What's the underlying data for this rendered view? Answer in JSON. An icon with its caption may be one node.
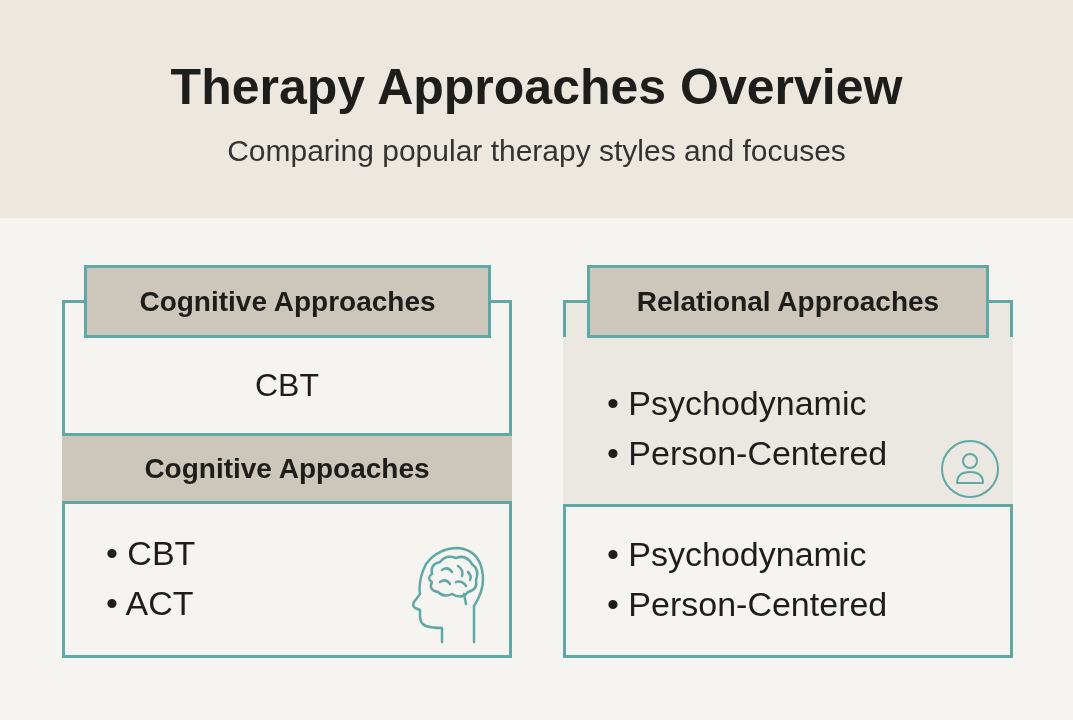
{
  "diagram": {
    "title": "Therapy Approaches Overview",
    "nodes": [
      {
        "text": [
          "Cognitive Approaches"
        ]
      },
      {
        "text": [
          "CBT"
        ],
        "in": 0
      },
      {
        "text": [
          "Cognitive Appoaches"
        ],
        "in": 0
      },
      {
        "text": [
          "• CBT",
          "• ACT"
        ],
        "in": 0
      },
      {
        "text": [
          "Relational Approaches"
        ]
      },
      {
        "text": [
          "• Psychodynamic",
          "• Person-Centered"
        ],
        "in": 4
      },
      {
        "text": [
          "• Psychodynamic",
          "• Person-Centered"
        ],
        "in": 4
      }
    ],
    "labels": [
      "Comparing popular therapy styles and focuses"
    ]
  }
}
